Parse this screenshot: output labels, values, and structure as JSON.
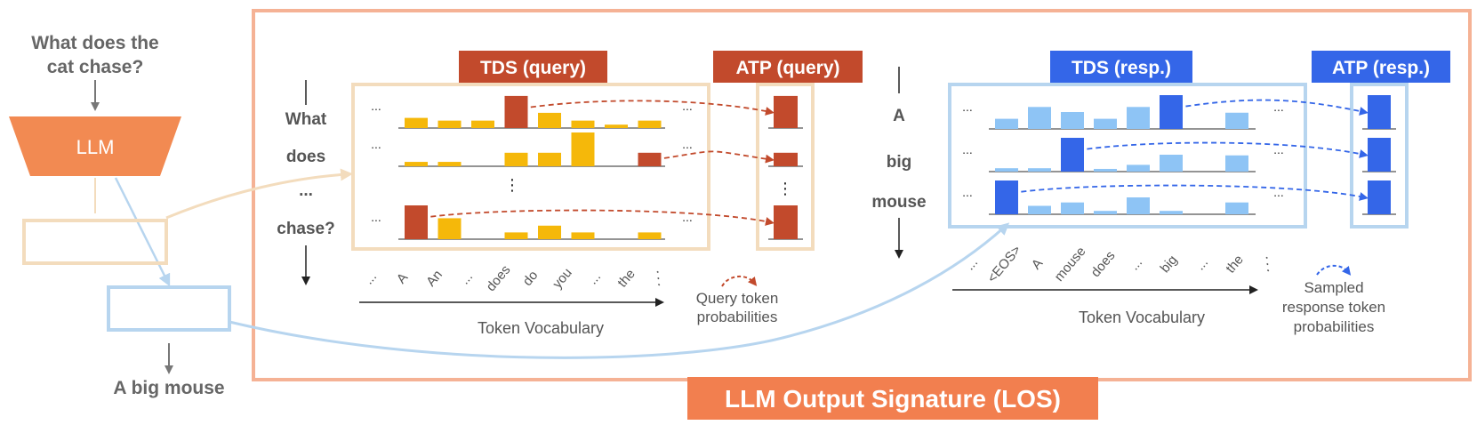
{
  "left_panel": {
    "question": [
      "What does the",
      "cat chase?"
    ],
    "model_label": "LLM",
    "answer": "A big mouse"
  },
  "query_panel": {
    "tds_title": "TDS (query)",
    "atp_title": "ATP (query)",
    "row_labels": [
      "What",
      "does",
      "...",
      "chase?"
    ],
    "row_ellipsis": "...",
    "vertical_ellipsis": "⋮",
    "vocab_ticks": [
      "...",
      "A",
      "An",
      "...",
      "does",
      "do",
      "you",
      "...",
      "the",
      "⋰"
    ],
    "axis_label": "Token Vocabulary",
    "legend": [
      "Query token",
      "probabilities"
    ],
    "rows": [
      {
        "values": [
          0.3,
          0.22,
          0.22,
          0.95,
          0.45,
          0.22,
          0.1,
          0.22
        ],
        "selected": 3,
        "atp": 0.95
      },
      {
        "values": [
          0.13,
          0.13,
          0,
          0.4,
          0.4,
          1.0,
          0,
          0.4
        ],
        "selected": 7,
        "atp": 0.4
      },
      {
        "values": [
          1.0,
          0.62,
          0,
          0.2,
          0.4,
          0.2,
          0,
          0.2
        ],
        "selected": 0,
        "atp": 1.0
      }
    ]
  },
  "response_panel": {
    "tds_title": "TDS (resp.)",
    "atp_title": "ATP (resp.)",
    "row_labels": [
      "A",
      "big",
      "mouse"
    ],
    "row_ellipsis": "...",
    "vocab_ticks": [
      "...",
      "<EOS>",
      "A",
      "mouse",
      "does",
      "...",
      "big",
      "...",
      "the",
      "⋰"
    ],
    "axis_label": "Token Vocabulary",
    "legend": [
      "Sampled",
      "response token",
      "probabilities"
    ],
    "rows": [
      {
        "values": [
          0.3,
          0.65,
          0.5,
          0.3,
          0.65,
          1.0,
          0,
          0.48
        ],
        "selected": 5,
        "atp": 1.0
      },
      {
        "values": [
          0.1,
          0.1,
          1.0,
          0.08,
          0.2,
          0.5,
          0,
          0.48
        ],
        "selected": 2,
        "atp": 1.0
      },
      {
        "values": [
          1.0,
          0.25,
          0.35,
          0.1,
          0.5,
          0.1,
          0,
          0.35
        ],
        "selected": 0,
        "atp": 1.0
      }
    ]
  },
  "footer": {
    "los_title": "LLM Output Signature (LOS)"
  },
  "colors": {
    "orange_dark": "#c24a2c",
    "yellow": "#f5b80a",
    "blue_dark": "#3466e8",
    "blue_light": "#8ec4f5",
    "tan": "#f3dcbd",
    "light_blue_frame": "#b7d5ef",
    "los_border": "#f5b295",
    "los_fill": "#f27f4f",
    "llm_fill": "#f28a52",
    "gray_text": "#666666"
  }
}
